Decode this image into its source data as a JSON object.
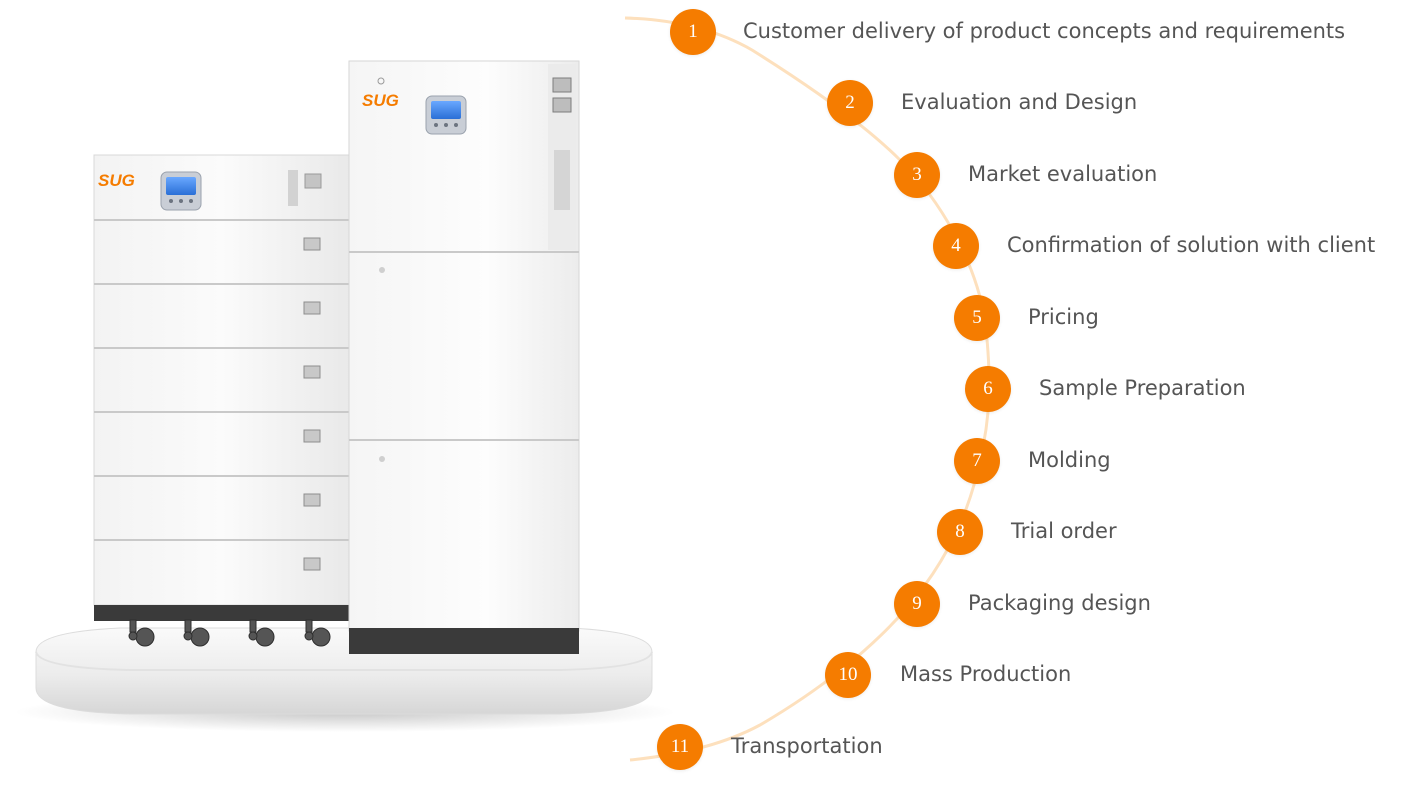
{
  "brand": {
    "logo_text": "SUG",
    "accent_color": "#f57c00"
  },
  "process_steps": [
    {
      "number": "1",
      "label": "Customer delivery of product concepts and requirements"
    },
    {
      "number": "2",
      "label": "Evaluation and Design"
    },
    {
      "number": "3",
      "label": "Market evaluation"
    },
    {
      "number": "4",
      "label": "Confirmation of solution with client"
    },
    {
      "number": "5",
      "label": "Pricing"
    },
    {
      "number": "6",
      "label": "Sample Preparation"
    },
    {
      "number": "7",
      "label": "Molding"
    },
    {
      "number": "8",
      "label": "Trial order"
    },
    {
      "number": "9",
      "label": "Packaging design"
    },
    {
      "number": "10",
      "label": "Mass Production"
    },
    {
      "number": "11",
      "label": "Transportation"
    }
  ]
}
